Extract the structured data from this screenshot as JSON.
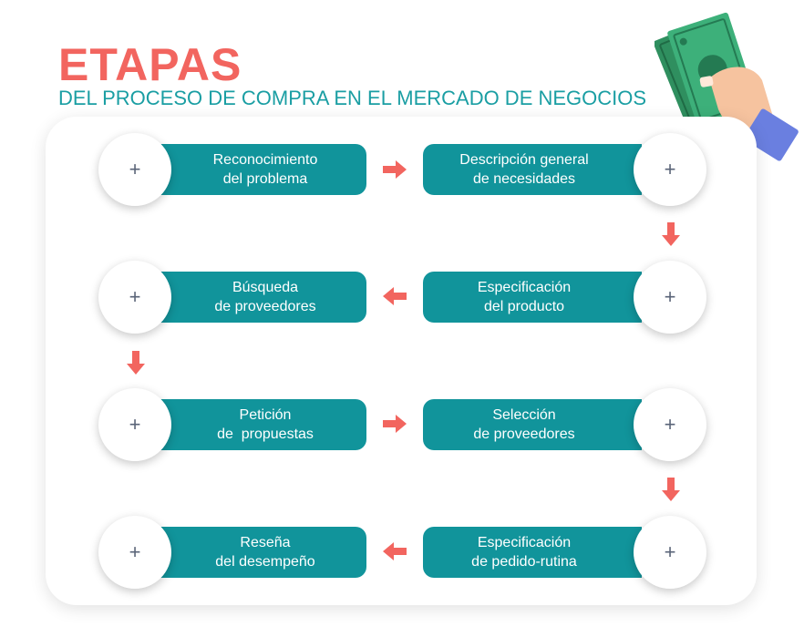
{
  "header": {
    "title": "ETAPAS",
    "subtitle": "DEL PROCESO DE COMPRA EN EL MERCADO DE NEGOCIOS"
  },
  "steps": [
    {
      "line1": "Reconocimiento",
      "line2": "del problema",
      "expand_symbol": "+"
    },
    {
      "line1": "Descripción general",
      "line2": "de necesidades",
      "expand_symbol": "+"
    },
    {
      "line1": "Especificación",
      "line2": "del producto",
      "expand_symbol": "+"
    },
    {
      "line1": "Búsqueda",
      "line2": "de proveedores",
      "expand_symbol": "+"
    },
    {
      "line1": "Petición",
      "line2": "de  propuestas",
      "expand_symbol": "+"
    },
    {
      "line1": "Selección",
      "line2": "de proveedores",
      "expand_symbol": "+"
    },
    {
      "line1": "Especificación",
      "line2": "de pedido-rutina",
      "expand_symbol": "+"
    },
    {
      "line1": "Reseña",
      "line2": "del desempeño",
      "expand_symbol": "+"
    }
  ],
  "colors": {
    "title": "#f2655f",
    "subtitle": "#1a9ea3",
    "pill": "#11949b",
    "arrow": "#f2655f"
  },
  "icons": {
    "arrow": "arrow-icon",
    "illustration": "hand-holding-money-icon"
  }
}
